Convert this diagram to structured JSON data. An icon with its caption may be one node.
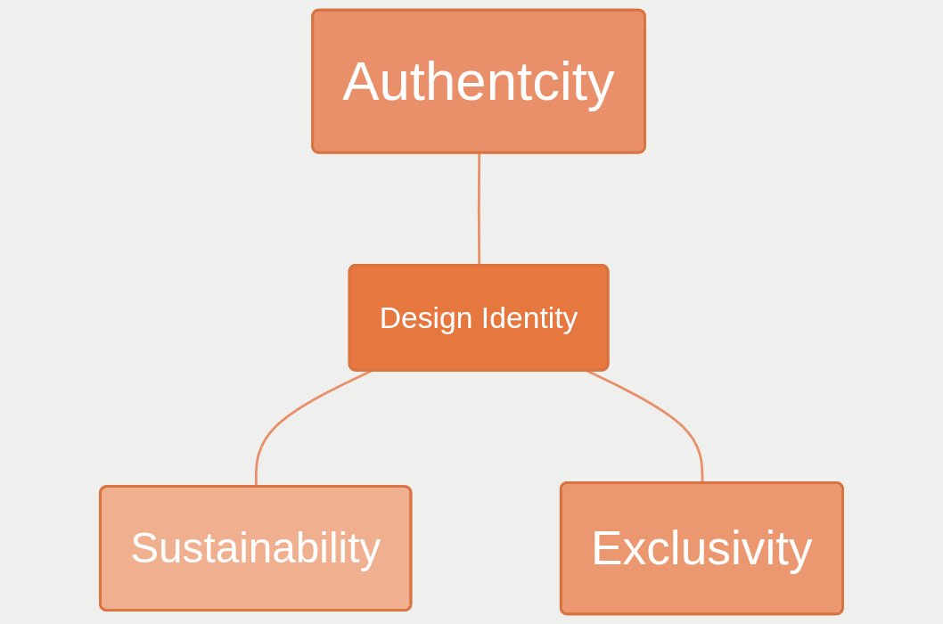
{
  "diagram": {
    "nodes": [
      {
        "text": [
          "Authentcity"
        ]
      },
      {
        "text": [
          "Design Identity"
        ]
      },
      {
        "text": [
          "Sustainability"
        ]
      },
      {
        "text": [
          "Exclusivity"
        ]
      }
    ],
    "edges": [
      {
        "from": 0,
        "to": 1,
        "arrow": "none"
      },
      {
        "from": 1,
        "to": 2,
        "arrow": "none"
      },
      {
        "from": 1,
        "to": 3,
        "arrow": "none"
      }
    ]
  }
}
